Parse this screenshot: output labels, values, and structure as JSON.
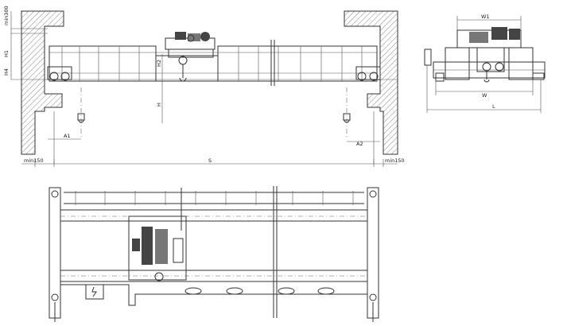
{
  "labels": {
    "min300": "min300",
    "H1": "H1",
    "H4": "H4",
    "H2": "H2",
    "H": "H",
    "A1": "A1",
    "A2": "A2",
    "min150_left": "min150",
    "S": "S",
    "min150_right": "min150",
    "W1": "W1",
    "W": "W",
    "L": "L"
  }
}
